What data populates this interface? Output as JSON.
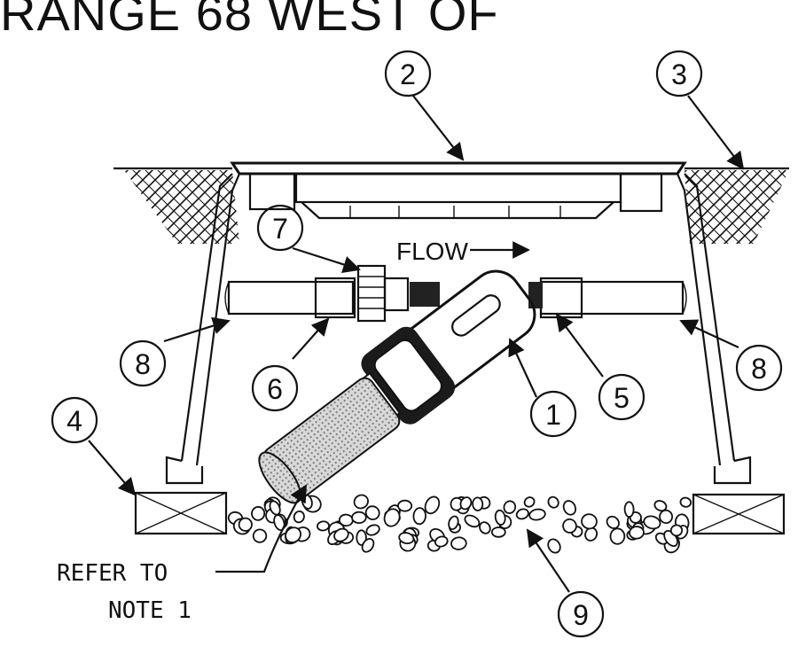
{
  "header": {
    "title": "RANGE 68 WEST OF"
  },
  "flow_label": "FLOW",
  "callouts": [
    "1",
    "2",
    "3",
    "4",
    "5",
    "6",
    "7",
    "8",
    "8",
    "9"
  ],
  "note": {
    "line1": "REFER TO",
    "line2": "NOTE 1"
  }
}
